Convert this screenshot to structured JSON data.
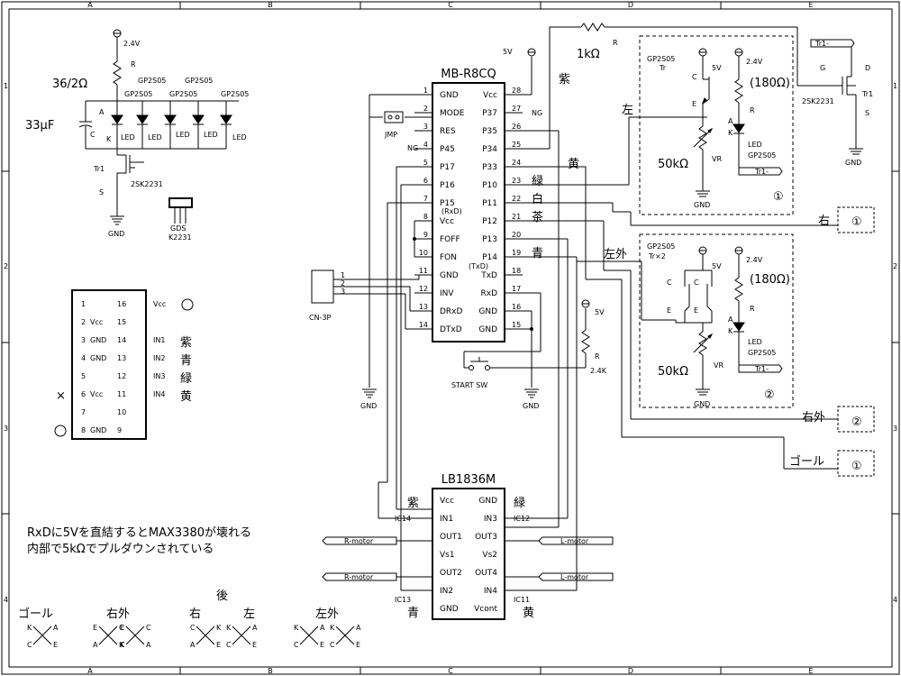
{
  "frame": {
    "col_labels": [
      "A",
      "B",
      "C",
      "D",
      "E"
    ],
    "row_labels": [
      "1",
      "2",
      "3",
      "4"
    ]
  },
  "mcu": {
    "title": "MB-R8CQ",
    "left_pins": [
      {
        "num": "1",
        "label": "GND"
      },
      {
        "num": "2",
        "label": "MODE"
      },
      {
        "num": "3",
        "label": "RES"
      },
      {
        "num": "4",
        "label": "P45"
      },
      {
        "num": "5",
        "label": "P17"
      },
      {
        "num": "6",
        "label": "P16"
      },
      {
        "num": "7",
        "label": "P15"
      },
      {
        "num": "8",
        "label": "Vcc"
      },
      {
        "num": "9",
        "label": "FOFF"
      },
      {
        "num": "10",
        "label": "FON"
      },
      {
        "num": "11",
        "label": "GND"
      },
      {
        "num": "12",
        "label": "INV"
      },
      {
        "num": "13",
        "label": "DRxD"
      },
      {
        "num": "14",
        "label": "DTxD"
      }
    ],
    "right_pins": [
      {
        "num": "28",
        "label": "Vcc"
      },
      {
        "num": "27",
        "label": "P37"
      },
      {
        "num": "26",
        "label": "P35"
      },
      {
        "num": "25",
        "label": "P34"
      },
      {
        "num": "24",
        "label": "P33"
      },
      {
        "num": "23",
        "label": "P10"
      },
      {
        "num": "22",
        "label": "P11"
      },
      {
        "num": "21",
        "label": "P12"
      },
      {
        "num": "20",
        "label": "P13"
      },
      {
        "num": "19",
        "label": "P14"
      },
      {
        "num": "18",
        "label": "TxD"
      },
      {
        "num": "17",
        "label": "RxD"
      },
      {
        "num": "16",
        "label": "GND"
      },
      {
        "num": "15",
        "label": "GND"
      }
    ],
    "p15_sub": "(RxD)",
    "p14_sub": "(TxD)",
    "ng_4": "NG",
    "ng_27": "NG",
    "vcc_5v": "5V"
  },
  "driver": {
    "title": "LB1836M",
    "left_pins": [
      "Vcc",
      "IN1",
      "OUT1",
      "Vs1",
      "OUT2",
      "IN2",
      "GND"
    ],
    "right_pins": [
      "GND",
      "IN3",
      "OUT3",
      "Vs2",
      "OUT4",
      "IN4",
      "Vcont"
    ],
    "ic14": "IC14",
    "ic13": "IC13",
    "ic12": "IC12",
    "ic11": "IC11",
    "murasaki": "紫",
    "ao": "青",
    "midori": "緑",
    "ki": "黄",
    "rmotor": "R-motor",
    "lmotor": "L-motor"
  },
  "wire_colors": {
    "murasaki": "紫",
    "midori": "緑",
    "shiro": "白",
    "cha": "茶",
    "ki": "黄",
    "ao": "青"
  },
  "led_block": {
    "v24": "2.4V",
    "r": "R",
    "r_value": "36/2Ω",
    "cap": "33μF",
    "a": "A",
    "c": "C",
    "k": "K",
    "led": "LED",
    "gp": "GP2S05",
    "tr": "Tr1",
    "s": "S",
    "part": "2SK2231",
    "gnd": "GND"
  },
  "fet_pkg": {
    "pins": "GDS",
    "part": "K2231"
  },
  "jmp": {
    "label": "JMP",
    "gnd": "GND"
  },
  "cn3p": {
    "label": "CN-3P",
    "pins": [
      "1",
      "2",
      "3"
    ]
  },
  "start_sw": {
    "label": "START SW",
    "gnd": "GND",
    "v5": "5V",
    "r": "R",
    "rv": "2.4K"
  },
  "top_r": {
    "v5": "5V",
    "value": "1kΩ",
    "r": "R",
    "murasaki": "紫"
  },
  "fet_right": {
    "tr": "Tr1-",
    "g": "G",
    "d": "D",
    "s": "S",
    "tr1": "Tr1",
    "part": "2SK2231",
    "gnd": "GND"
  },
  "sensor1": {
    "label_left": "左",
    "gp": "GP2S05",
    "tr": "Tr",
    "v5": "5V",
    "v24": "2.4V",
    "r180": "(180Ω)",
    "c": "C",
    "e": "E",
    "r": "R",
    "a": "A",
    "k": "K",
    "led": "LED",
    "gp2": "GP2S05",
    "trm": "Tr1-",
    "vr_value": "50kΩ",
    "vr": "VR",
    "gnd": "GND",
    "num": "①"
  },
  "sensor2": {
    "label_left": "左外",
    "gp": "GP2S05",
    "tr": "Tr×2",
    "v5": "5V",
    "v24": "2.4V",
    "r180": "(180Ω)",
    "c": "C",
    "e": "E",
    "r": "R",
    "a": "A",
    "k": "K",
    "led": "LED",
    "gp2": "GP2S05",
    "trm": "Tr1-",
    "vr_value": "50kΩ",
    "vr": "VR",
    "gnd": "GND",
    "num": "②"
  },
  "outs": [
    {
      "label": "右",
      "num": "①"
    },
    {
      "label": "右外",
      "num": "②"
    },
    {
      "label": "ゴール",
      "num": "①"
    }
  ],
  "connector16": {
    "left": [
      {
        "num": "1",
        "label": ""
      },
      {
        "num": "2",
        "label": "Vcc"
      },
      {
        "num": "3",
        "label": "GND"
      },
      {
        "num": "4",
        "label": "GND"
      },
      {
        "num": "5",
        "label": ""
      },
      {
        "num": "6",
        "label": "Vcc"
      },
      {
        "num": "7",
        "label": ""
      },
      {
        "num": "8",
        "label": "GND"
      }
    ],
    "right": [
      {
        "num": "16",
        "label": "Vcc"
      },
      {
        "num": "15",
        "label": ""
      },
      {
        "num": "14",
        "label": "IN1"
      },
      {
        "num": "13",
        "label": "IN2"
      },
      {
        "num": "12",
        "label": "IN3"
      },
      {
        "num": "11",
        "label": "IN4"
      },
      {
        "num": "10",
        "label": ""
      },
      {
        "num": "9",
        "label": ""
      }
    ],
    "colors": [
      "紫",
      "青",
      "緑",
      "黄"
    ],
    "x_mark": "×"
  },
  "note": {
    "line1": "RxDに5Vを直結するとMAX3380が壊れる",
    "line2": "内部で5kΩでプルダウンされている"
  },
  "bottom": {
    "goal": "ゴール",
    "migi_soto": "右外",
    "ushiro": "後",
    "migi": "右",
    "hidari": "左",
    "hidari_soto": "左外"
  }
}
